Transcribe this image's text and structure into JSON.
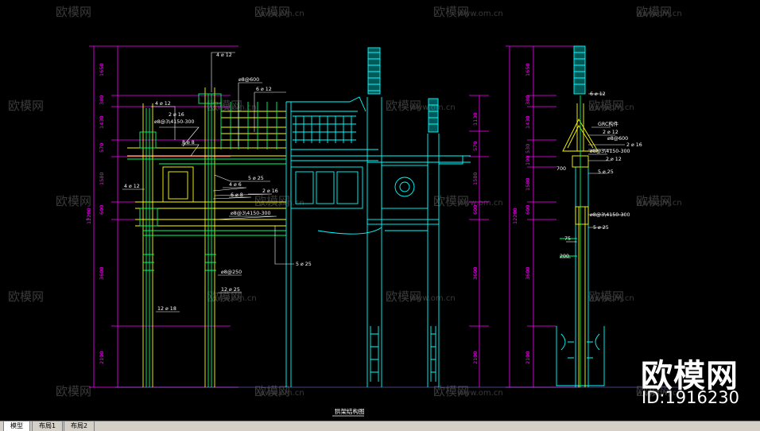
{
  "tabs": [
    {
      "label": "模型",
      "active": true
    },
    {
      "label": "布局1",
      "active": false
    },
    {
      "label": "布局2",
      "active": false
    }
  ],
  "watermark": {
    "brand": "欧模网",
    "url": "www.om.cn"
  },
  "brand_mark": "欧模网",
  "id_label": "ID:1916230",
  "drawing": {
    "title": "拱架结构图",
    "dims_left": [
      "1650",
      "380",
      "1430",
      "570",
      "1580",
      "600",
      "3600",
      "2100",
      "12200"
    ],
    "dims_mid": [
      "1130",
      "570",
      "1580",
      "600",
      "3600",
      "2100"
    ],
    "dims_right": [
      "1650",
      "380",
      "1430",
      "530",
      "190",
      "1580",
      "600",
      "3600",
      "2100",
      "12200"
    ],
    "labels_main": [
      "4 ⌀ 12",
      "⌀8@600",
      "6 ⌀ 12",
      "4 ⌀ 12",
      "2 ⌀ 16",
      "⌀8@3\\4150-300",
      "8 ⌀ 8",
      "5 ⌀ 25",
      "4 ⌀ 12",
      "4 ⌀ 6",
      "2 ⌀ 16",
      "6 ⌀ 8",
      "⌀8@3\\4150-300",
      "5 ⌀ 25",
      "⌀8@250",
      "12 ⌀ 25",
      "12 ⌀ 18"
    ],
    "labels_side": [
      "6 ⌀ 12",
      "GRC构件",
      "2 ⌀ 12",
      "2 ⌀ 16",
      "⌀8@600",
      "⌀8@3\\4150-300",
      "2 ⌀ 12",
      "5 ⌀ 25",
      "⌀8@3\\4150-300",
      "5 ⌀ 25",
      "75",
      "700",
      "200"
    ]
  },
  "colors": {
    "dim": "#ff00ff",
    "struct": "#00ffff",
    "rebar": "#ffff00",
    "label": "#ffffff",
    "green": "#00ff66",
    "axis": "#8888ff"
  }
}
